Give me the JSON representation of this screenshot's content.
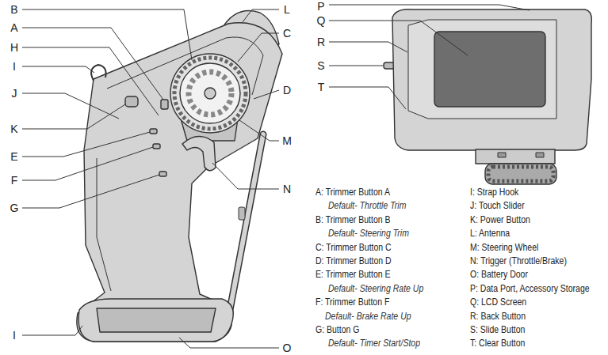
{
  "diagram": {
    "labels": [
      "B",
      "A",
      "H",
      "I",
      "J",
      "K",
      "E",
      "F",
      "G",
      "I",
      "O",
      "L",
      "C",
      "D",
      "M",
      "N",
      "P",
      "Q",
      "R",
      "S",
      "T",
      "A: Trimmer Button A",
      "Default- Throttle Trim",
      "B: Trimmer Button B",
      "Default- Steering Trim",
      "C: Trimmer Button C",
      "D: Trimmer Button D",
      "E: Trimmer Button E",
      "Default- Steering Rate Up",
      "F: Trimmer Button F",
      "Default- Brake Rate Up",
      "G: Button G",
      "Default- Timer Start/Stop",
      "I: Strap Hook",
      "J: Touch Slider",
      "K: Power Button",
      "L: Antenna",
      "M: Steering Wheel",
      "N: Trigger (Throttle/Brake)",
      "O: Battery Door",
      "P: Data Port, Accessory Storage",
      "Q: LCD Screen",
      "R: Back Button",
      "S: Slide Button",
      "T: Clear Button"
    ]
  }
}
